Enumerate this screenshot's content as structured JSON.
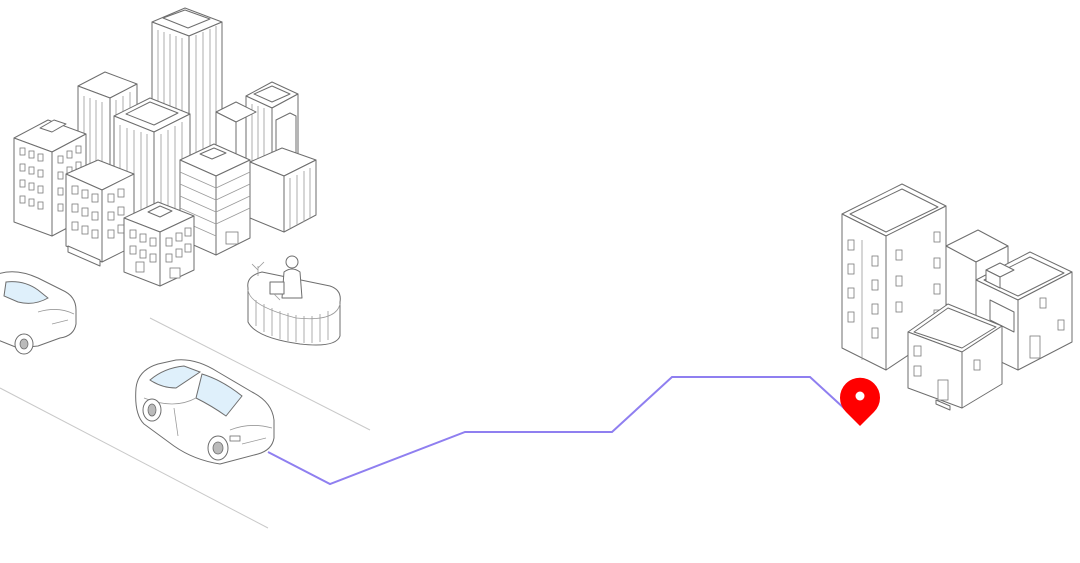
{
  "scene": {
    "colors": {
      "route": "#8f7ff0",
      "pin": "#ff0000",
      "outline": "#6e6e6e",
      "background": "#ffffff"
    },
    "icons": [
      "city-skyline-illustration",
      "reception-desk-illustration",
      "car-icon",
      "map-pin-icon",
      "destination-buildings-illustration"
    ]
  }
}
